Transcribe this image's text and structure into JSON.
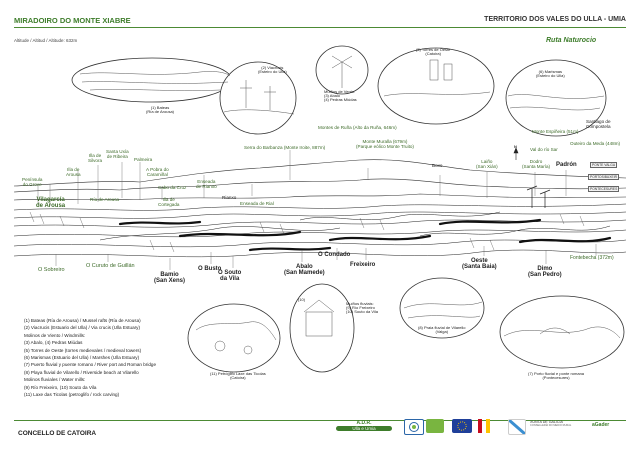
{
  "header": {
    "title": "MIRADOIRO DO MONTE XIABRE",
    "territory": "TERRITORIO DOS VALES DO ULLA - UMIA",
    "altitude": "Altitude / Altitud / Altitude: 632m",
    "route": "Ruta Naturocio"
  },
  "insets": {
    "bateas": "(1) Bateas\n(Ría de Arousa)",
    "viacrucis": "(2) Viacrucis\n(Esteiro do Ulla)",
    "muinos": "Muíños de Vento:\n(3) Abalo\n(4) Pedras Miúdas",
    "torres": "(5) Torres de Oeste\n(Catoira)",
    "marismas": "(6) Marismas\n(Esteiro do Ulla)",
    "porto": "(7) Porto fluvial e ponte romana\n(Pontecesures)",
    "praia": "(8) Praia fluvial de Vilarello\n(Valga)",
    "muinos_fluviais": "Muíños fluviais:\n(9) Río Freixeiro\n(10) Souto da Vila",
    "petroglifo": "(11) Petróglifo Laxe das Ticolas\n(Catoira)",
    "ten": "(10)"
  },
  "places": {
    "peninsula": "Península\ndo Grove",
    "vilagarcia": "Vilagarcía\nde Arousa",
    "illa_arousa": "Illa de\nArousa",
    "illa_silvora": "Illa de\nSilvora",
    "santa_uxia": "Santa Uxía\nde Ribeira",
    "palmeira": "Palmeira",
    "pobra": "A Pobra do\nCaramiñal",
    "cabo_cruz": "Cabo da Cruz",
    "illa_cortegada": "Illa de\nCortegada",
    "ria_arousa": "Ría de Arousa",
    "enseada_rianxo": "Enseada\nde Rianxo",
    "rianxo": "Rianxo",
    "enseada_rial": "Enseada de Rial",
    "serra_barbanza": "Serra do Barbanza (Monte Iroite, 887m)",
    "monte_ruña": "Montes de Ruña (Alto da Ruña, 646m)",
    "monte_muralla": "Monte Muralla (679m)\n(Parque eólico Monte Truito)",
    "boxo": "Boxo",
    "laiho": "Laiño\n(San Xián)",
    "dodro": "Dodro\n(Santa María)",
    "padron": "Padrón",
    "monte_espiñeira": "Monte Espiñeira (51m)",
    "val_ulla": "Val do río Sar",
    "santiago": "Santiago de\nCompostela",
    "outeiro": "Outeiro da Meda (448m)",
    "fontebecha": "Fontebecha (372m)",
    "oeste": "Oeste\n(Santa Baia)",
    "dimo": "Dimo\n(San Pedro)",
    "freixeiro": "Freixeiro",
    "o_condado": "O Condado",
    "abalo": "Abalo\n(San Mamede)",
    "o_souto": "O Souto\nda Vila",
    "o_busto": "O Busto",
    "bamio": "Bamio\n(San Xens)",
    "o_curuto": "O Curuto de Guillán",
    "o_sobreiro": "O Sobreiro",
    "north": "N"
  },
  "signs": {
    "ponte_valga": "PONTE VALGA",
    "portosibuxeir": "PORTOSIBUXEIR",
    "pontecesures": "PONTECESURES"
  },
  "legend": [
    "(1) Bateas (Ría de Arousa) / Mussel rafts (Ría de Arousa)",
    "(2) Viacrucis (Estuario del Ulla) / Via crucis (Ulla Estuary)",
    "Molinos de Viento / Windmills:",
    "(3) Abalo, (4) Pedras Miúdas",
    "(5) Torres de Oeste (torres medievales / medieval towers)",
    "(6) Marismas (Estuario del Ulla) / Marshes (Ulla Estuary)",
    "(7) Puerto fluvial y puente romano / River port and Roman bridge",
    "(8) Playa fluvial de Vilarello / Riverside beach at Vilarello",
    "Molinos fluviales / Water mills:",
    "(9) Río Freixeiro, (10) Souto da Vila",
    "(11) Laxe das Ticolas (petroglifo / rock carving)"
  ],
  "footer": {
    "organization": "CONCELLO DE CATOIRA"
  },
  "logos": {
    "adr": "A.D.R.",
    "adr_sub": "Ulla e Umia",
    "xunta": "XUNTA DE GALICIA",
    "xunta_sub": "CONSELLERÍA DO MEDIO RURAL",
    "agader": "aGader"
  },
  "colors": {
    "accent_green": "#3e7d2b",
    "rule_green": "#4c8a34",
    "eu_blue": "#1f3f99",
    "eu_yellow": "#ffcc00"
  }
}
